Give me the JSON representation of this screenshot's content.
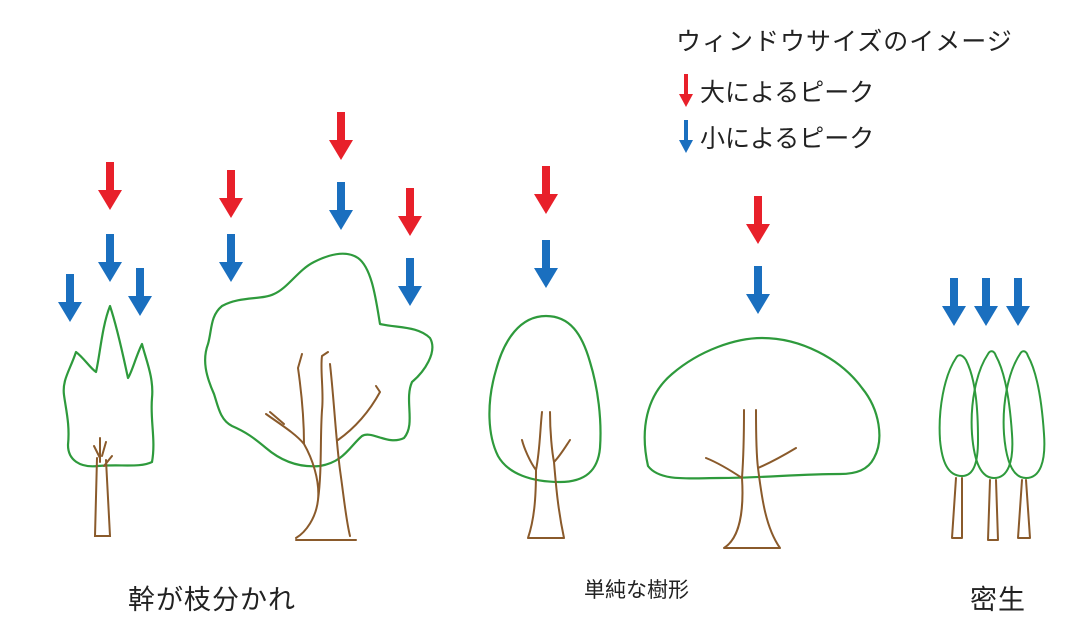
{
  "legend": {
    "title": "ウィンドウサイズのイメージ",
    "items": [
      {
        "label": "大によるピーク",
        "color": "#e8202a",
        "arrow": "red-down-arrow-icon"
      },
      {
        "label": "小によるピーク",
        "color": "#1a6fbf",
        "arrow": "blue-down-arrow-icon"
      }
    ]
  },
  "captions": {
    "branching": "幹が枝分かれ",
    "simple": "単純な樹形",
    "dense": "密生"
  },
  "colors": {
    "crown": "#2e9a3c",
    "trunk": "#8a5a2b",
    "large_arrow": "#e8202a",
    "small_arrow": "#1a6fbf"
  }
}
